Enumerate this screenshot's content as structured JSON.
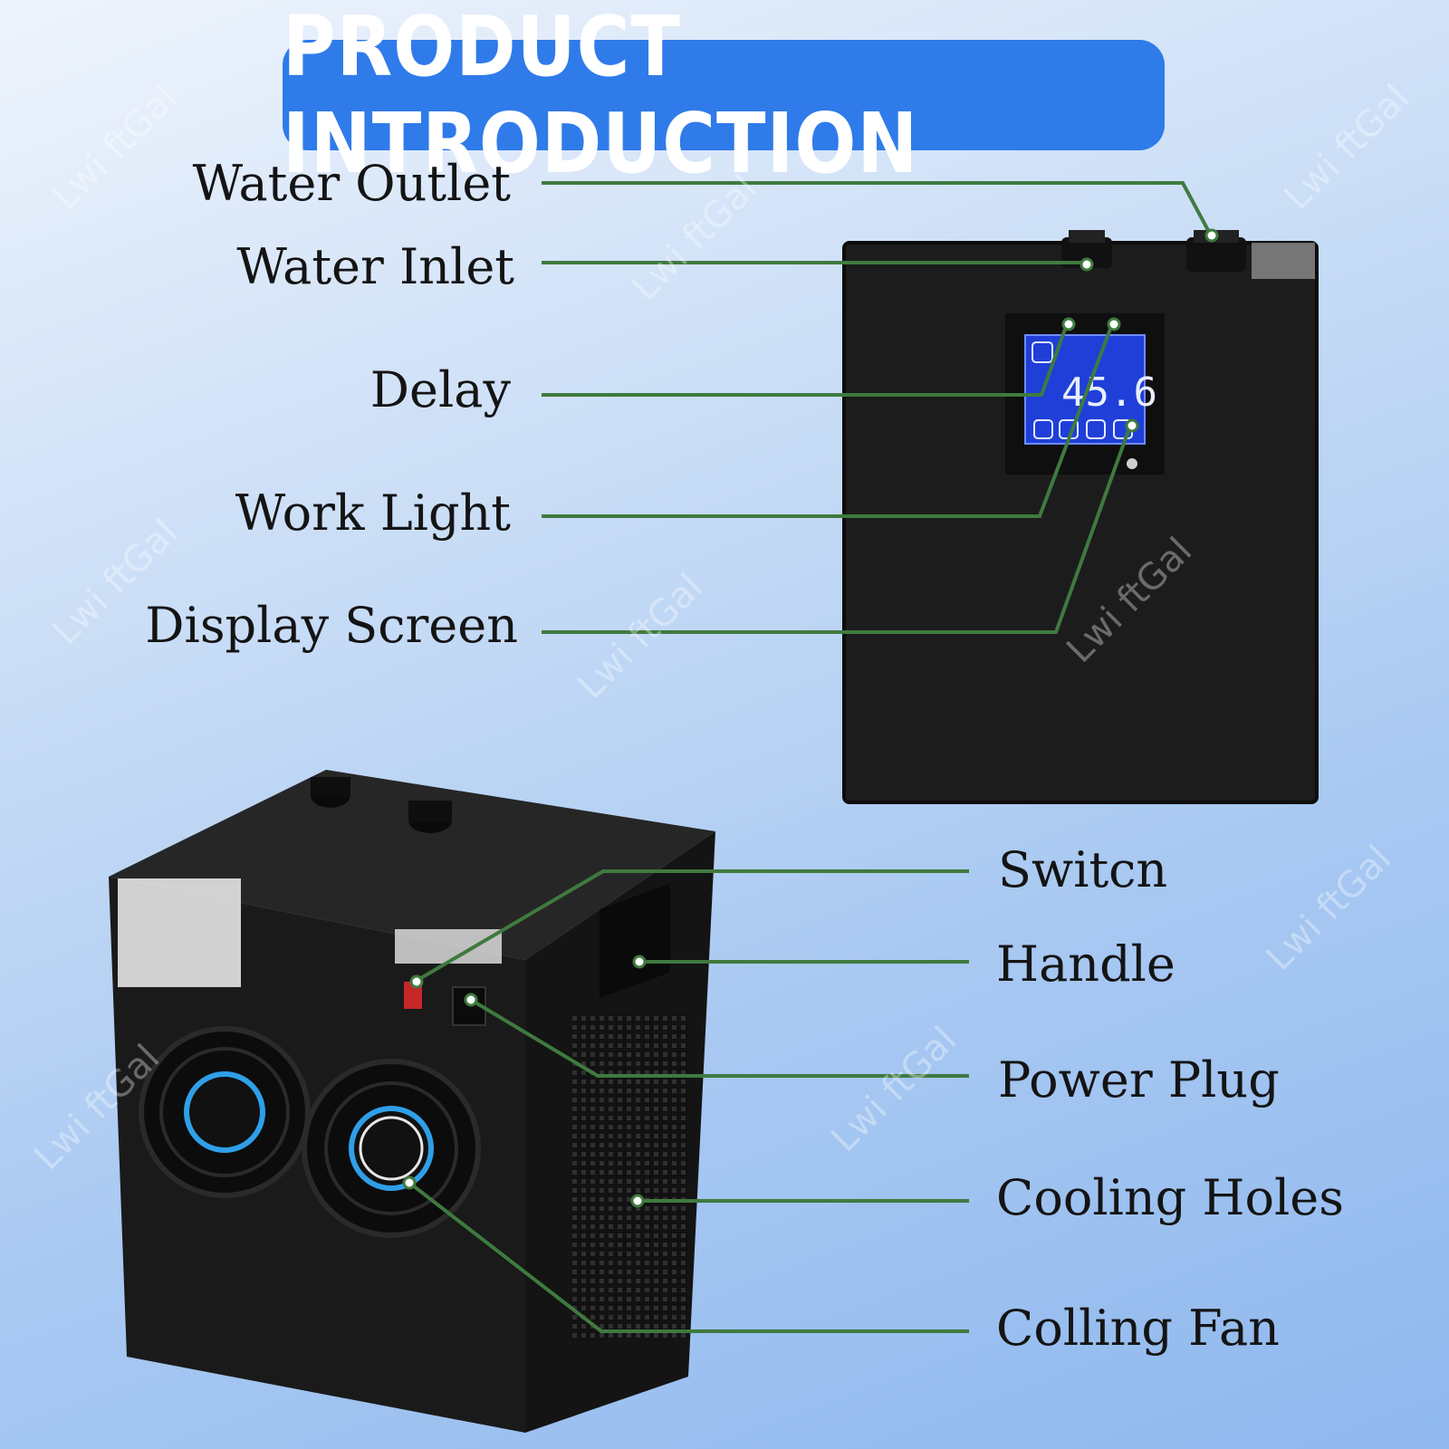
{
  "title": "PRODUCT INTRODUCTION",
  "watermark": "Lwi ftGal",
  "display_reading": "45.6",
  "labels": {
    "water_outlet": "Water Outlet",
    "water_inlet": "Water Inlet",
    "delay": "Delay",
    "work_light": "Work Light",
    "display_screen": "Display Screen",
    "switch": "Switcn",
    "handle": "Handle",
    "power_plug": "Power Plug",
    "cooling_holes": "Cooling Holes",
    "cooling_fan": "Colling Fan"
  },
  "colors": {
    "title_bg": "#2f7bea",
    "leader_line": "#3f7a3f",
    "unit_body": "#1c1c1c",
    "screen": "#1f3fd8"
  }
}
